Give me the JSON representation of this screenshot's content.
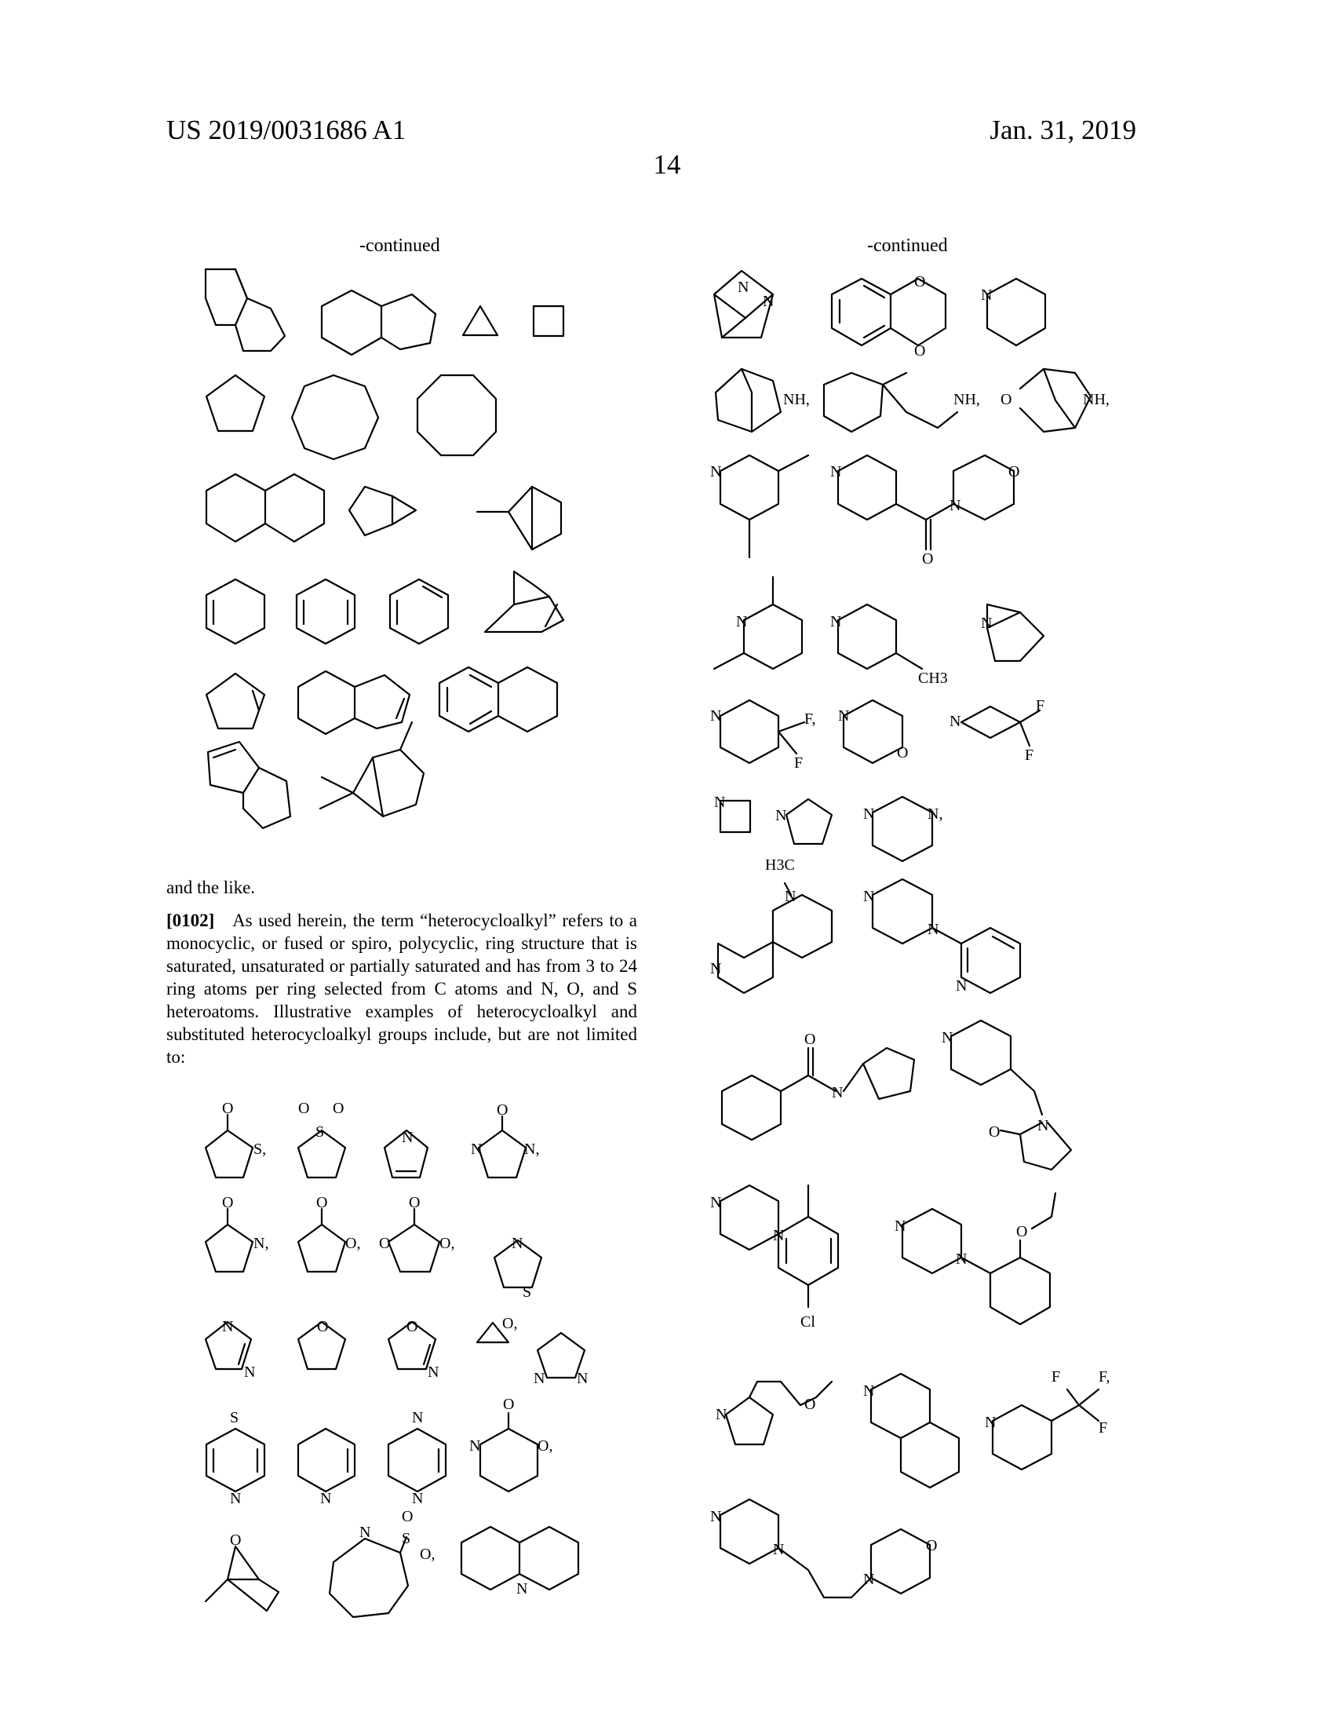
{
  "header": {
    "publication_number": "US 2019/0031686 A1",
    "date": "Jan. 31, 2019",
    "page_number": "14"
  },
  "continued_left": "-continued",
  "continued_right": "-continued",
  "and_the_like": "and the like.",
  "paragraph": {
    "number": "[0102]",
    "text": "As used herein, the term “heterocycloalkyl” refers to a monocyclic, or fused or spiro, polycyclic, ring structure that is saturated, unsaturated or partially saturated and has from 3 to 24 ring atoms per ring selected from C atoms and N, O, and S heteroatoms. Illustrative examples of heterocycloalkyl and substituted heterocycloalkyl groups include, but are not limited to:"
  },
  "atom_labels": {
    "N": "N",
    "O": "O",
    "S": "S",
    "F": "F",
    "Cl": "Cl",
    "NH": "NH,",
    "N_comma": "N,",
    "S_comma": "S,",
    "O_comma": "O,",
    "F_comma": "F,",
    "CH3": "CH3",
    "H3C": "H3C"
  }
}
